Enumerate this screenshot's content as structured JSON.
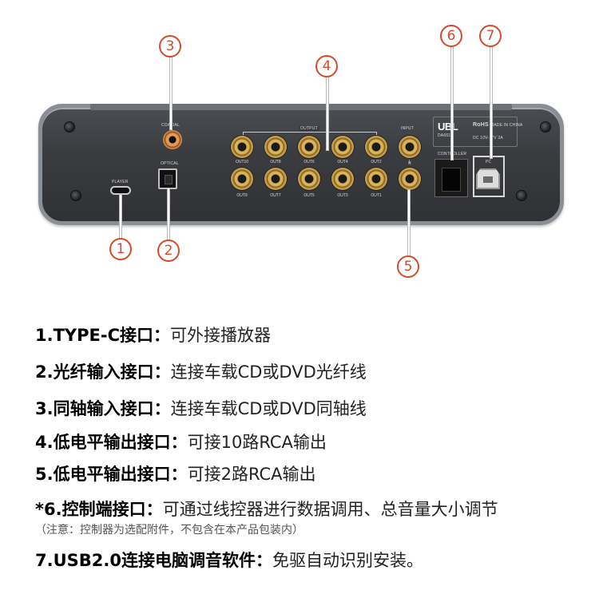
{
  "device": {
    "player_label": "PLAYER",
    "coaxial_label": "COAXIAL",
    "optical_label": "OPTICAL",
    "output_label": "OUTPUT",
    "input_label": "INPUT",
    "controller_label": "CONTROLLER",
    "pc_label": "PC",
    "brand_logo": "UBL",
    "model": "DA661",
    "rohs": "RoHS",
    "made_in": "MADE IN CHINA",
    "power_rating": "DC 10V-17V 3A",
    "outputs_top": [
      "OUT10",
      "OUT8",
      "OUT6",
      "OUT4",
      "OUT2",
      "L"
    ],
    "outputs_bottom": [
      "OUT9",
      "OUT7",
      "OUT5",
      "OUT3",
      "OUT1",
      "R"
    ]
  },
  "callouts": [
    "1",
    "2",
    "3",
    "4",
    "5",
    "6",
    "7"
  ],
  "specs": [
    {
      "lead": "1.TYPE-C接口：",
      "desc": "可外接播放器"
    },
    {
      "lead": "2.光纤输入接口：",
      "desc": "连接车载CD或DVD光纤线"
    },
    {
      "lead": "3.同轴输入接口：",
      "desc": "连接车载CD或DVD同轴线"
    },
    {
      "lead": "4.低电平输出接口：",
      "desc": "可接10路RCA输出"
    },
    {
      "lead": "5.低电平输出接口：",
      "desc": "可接2路RCA输出"
    },
    {
      "lead": "*6.控制端接口：",
      "desc": "可通过线控器进行数据调用、总音量大小调节"
    },
    {
      "lead": "7.USB2.0连接电脑调音软件：",
      "desc": "免驱自动识别安装。"
    }
  ],
  "note": "（注意：控制器为选配附件，不包含在本产品包装内）",
  "colors": {
    "accent": "#d54a2a",
    "panel": "#3a3c40",
    "connector_gold": "#c79d48"
  }
}
